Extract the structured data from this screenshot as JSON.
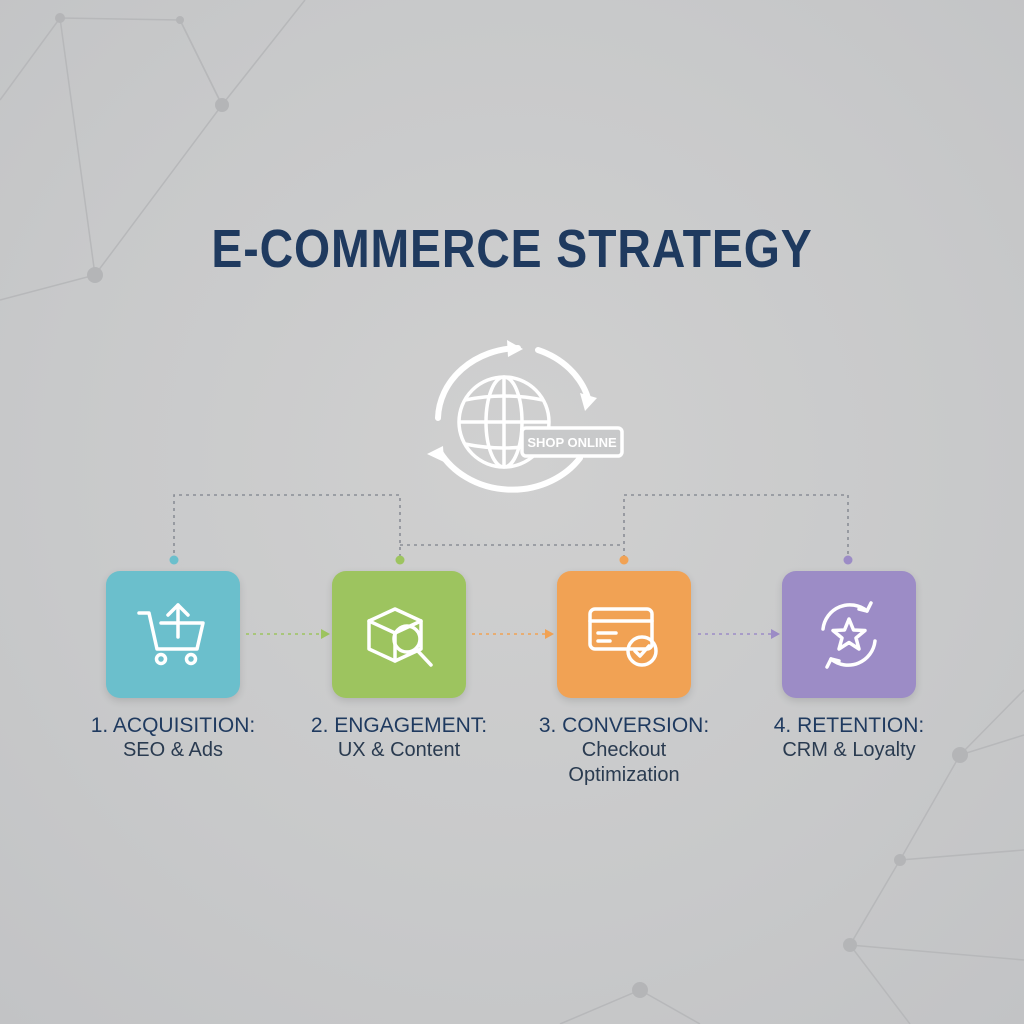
{
  "title": "E-COMMERCE STRATEGY",
  "hub": {
    "badge": "SHOP ONLINE"
  },
  "stages": [
    {
      "title": "1. ACQUISITION:",
      "subtitle": "SEO & Ads",
      "color": "#6bbfcc",
      "icon": "shopping-cart-upload-icon"
    },
    {
      "title": "2. ENGAGEMENT:",
      "subtitle": "UX & Content",
      "color": "#9dc45f",
      "icon": "box-search-icon"
    },
    {
      "title": "3. CONVERSION:",
      "subtitle": "Checkout Optimization",
      "color": "#f1a254",
      "icon": "credit-card-check-icon"
    },
    {
      "title": "4. RETENTION:",
      "subtitle": "CRM & Loyalty",
      "color": "#9c8cc6",
      "icon": "star-cycle-icon"
    }
  ],
  "colors": {
    "title": "#1f3a5f",
    "background": "#c8c9ca",
    "teal": "#6bbfcc",
    "green": "#9dc45f",
    "orange": "#f1a254",
    "purple": "#9c8cc6"
  }
}
